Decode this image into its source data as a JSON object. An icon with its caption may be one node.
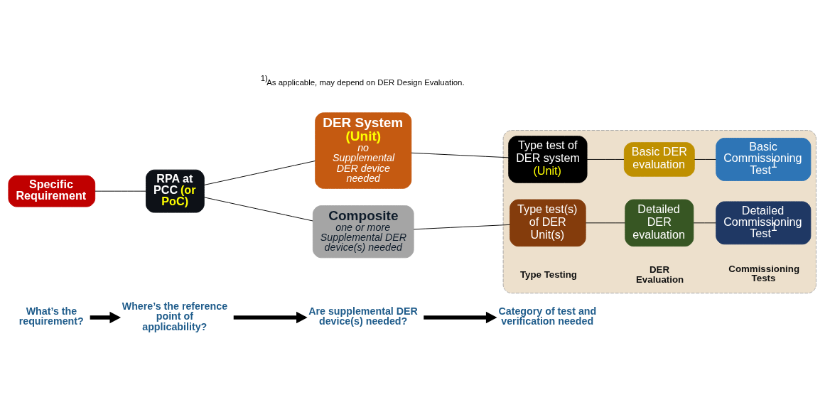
{
  "diagram": {
    "nodes": [
      {
        "text": [
          "What’s the requirement?"
        ]
      },
      {
        "text": [
          "Where’s the reference point of applicability?"
        ]
      },
      {
        "text": [
          "Are supplemental DER device(s) needed?"
        ]
      },
      {
        "text": [
          "Category of test and verification needed"
        ]
      },
      {
        "text": [],
        "shape": "box"
      },
      {
        "text": [
          "Specific Requirement"
        ]
      },
      {
        "text": [
          "RPA at PCC (or PoC)"
        ]
      },
      {
        "text": [
          "DER System (Unit)",
          "no Supplemental DER device needed"
        ]
      },
      {
        "text": [
          "Composite",
          "one or more Supplemental DER device(s) needed"
        ]
      },
      {
        "text": [
          "Type test of DER system (Unit)"
        ],
        "in": 4
      },
      {
        "text": [
          "Basic DER evaluation"
        ],
        "in": 4
      },
      {
        "text": [
          "Basic Commissioning Test$^{1}$"
        ],
        "in": 4
      },
      {
        "text": [
          "Type test(s) of DER Unit(s)"
        ],
        "in": 4
      },
      {
        "text": [
          "Detailed DER evaluation"
        ],
        "in": 4
      },
      {
        "text": [
          "Detailed Commissioning Test$^{1}$"
        ],
        "in": 4
      }
    ],
    "edges": [
      {
        "from": 0,
        "to": 1,
        "arrow": "to",
        "style": "thick"
      },
      {
        "from": 1,
        "to": 2,
        "arrow": "to",
        "style": "thick"
      },
      {
        "from": 2,
        "to": 3,
        "arrow": "to",
        "style": "thick"
      },
      {
        "from": 5,
        "to": 6,
        "arrow": "none"
      },
      {
        "from": 6,
        "to": 7,
        "arrow": "none"
      },
      {
        "from": 6,
        "to": 8,
        "arrow": "none"
      },
      {
        "from": 7,
        "to": 9,
        "arrow": "none"
      },
      {
        "from": 9,
        "to": 10,
        "arrow": "none"
      },
      {
        "from": 10,
        "to": 11,
        "arrow": "none"
      },
      {
        "from": 8,
        "to": 12,
        "arrow": "none"
      },
      {
        "from": 12,
        "to": 13,
        "arrow": "none"
      },
      {
        "from": 13,
        "to": 14,
        "arrow": "none"
      }
    ],
    "labels": [
      "$^{1)}$As applicable, may depend on DER Design Evaluation.",
      "Type Testing",
      "DER Evaluation",
      "Commissioning Tests"
    ]
  }
}
